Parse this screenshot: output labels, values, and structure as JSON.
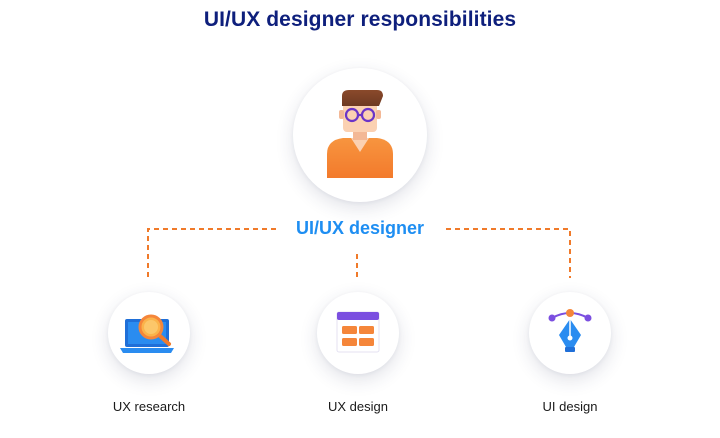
{
  "title": "UI/UX designer responsibilities",
  "center": {
    "label": "UI/UX designer",
    "icon": "designer-avatar-icon"
  },
  "children": [
    {
      "label": "UX research",
      "icon": "laptop-magnifier-icon"
    },
    {
      "label": "UX design",
      "icon": "wireframe-layout-icon"
    },
    {
      "label": "UI design",
      "icon": "pen-tool-vector-icon"
    }
  ],
  "colors": {
    "title": "#0e1f7c",
    "center_label": "#1e8ef2",
    "connector": "#f07a2a",
    "orange": "#f5863a",
    "purple": "#7b4fe0",
    "blue": "#2a8cf0"
  }
}
